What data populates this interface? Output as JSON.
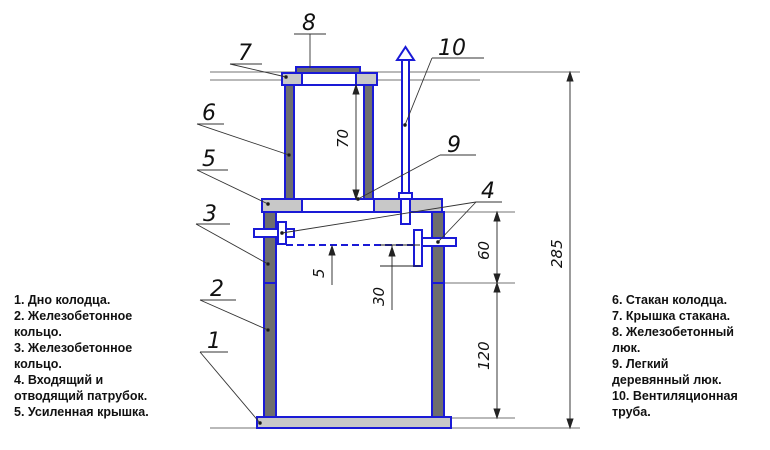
{
  "callouts": [
    "1",
    "2",
    "3",
    "4",
    "5",
    "6",
    "7",
    "8",
    "9",
    "10"
  ],
  "dimensions": {
    "riser_height": "70",
    "total_height": "285",
    "pipe_zone": "60",
    "ring_height": "120",
    "pipe_offset": "30",
    "pipe_diameter": "5"
  },
  "legend_left": [
    "1. Дно колодца.",
    "2. Железобетонное\nкольцо.",
    "3. Железобетонное\nкольцо.",
    "4. Входящий и\nотводящий патрубок.",
    "5. Усиленная крышка."
  ],
  "legend_right": [
    "6. Стакан колодца.",
    "7. Крышка стакана.",
    "8. Железобетонный\nлюк.",
    "9. Легкий\nдеревянный люк.",
    "10. Вентиляционная\nтруба."
  ],
  "colors": {
    "outline": "#1a1ad6",
    "concrete": "#6e6e6e",
    "slab": "#c8c8c8",
    "leader": "#333333",
    "dim": "#222222"
  }
}
